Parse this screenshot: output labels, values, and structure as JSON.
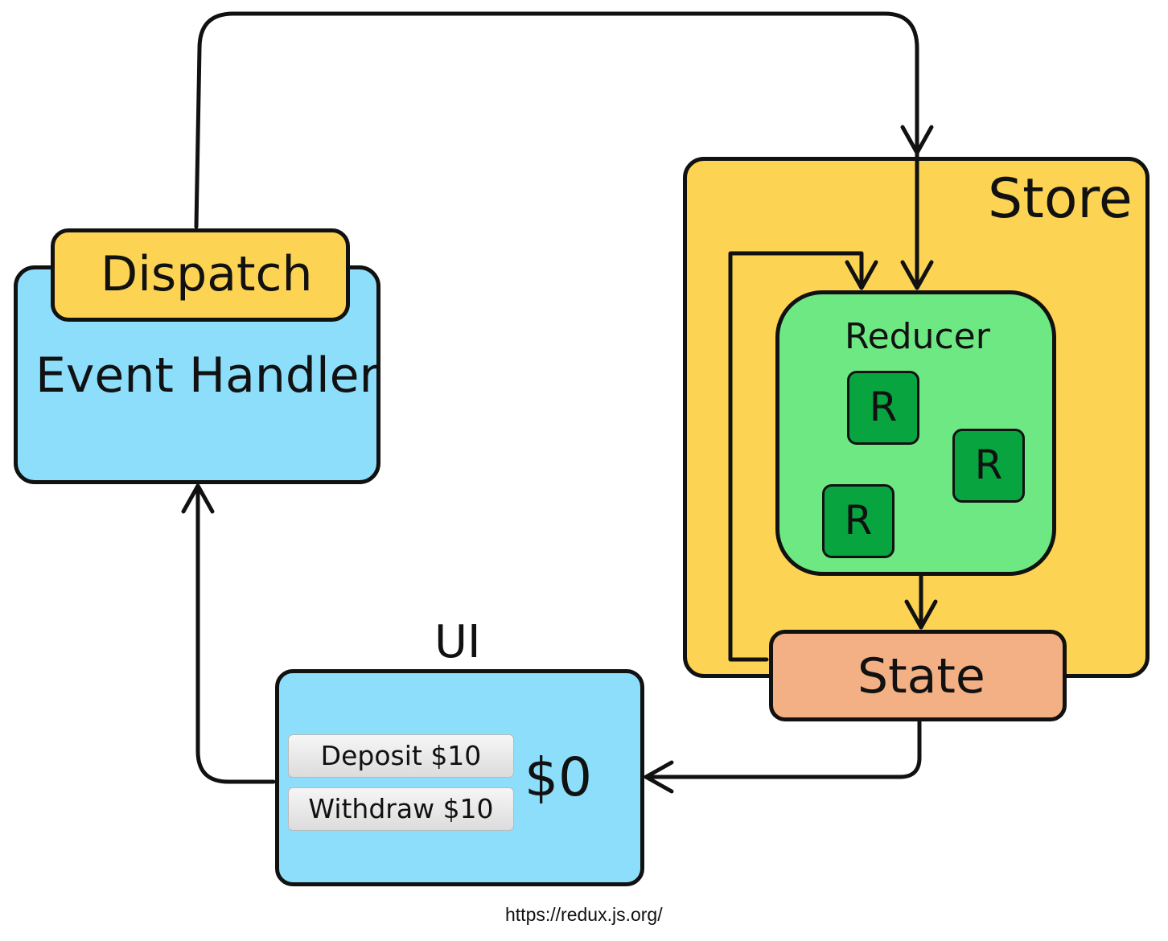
{
  "dispatch": {
    "label": "Dispatch"
  },
  "event_handler": {
    "label": "Event Handler"
  },
  "store": {
    "label": "Store"
  },
  "reducer": {
    "label": "Reducer",
    "items": [
      "R",
      "R",
      "R"
    ]
  },
  "state": {
    "label": "State"
  },
  "ui": {
    "title": "UI",
    "deposit_label": "Deposit $10",
    "withdraw_label": "Withdraw $10",
    "balance": "$0"
  },
  "source_url": "https://redux.js.org/",
  "colors": {
    "store_fill": "#fcd352",
    "dispatch_fill": "#fcd352",
    "handler_fill": "#8ddefb",
    "ui_fill": "#8ddefb",
    "reducer_fill": "#6ee883",
    "r_fill": "#07a440",
    "state_fill": "#f3b084",
    "stroke": "#111111"
  }
}
